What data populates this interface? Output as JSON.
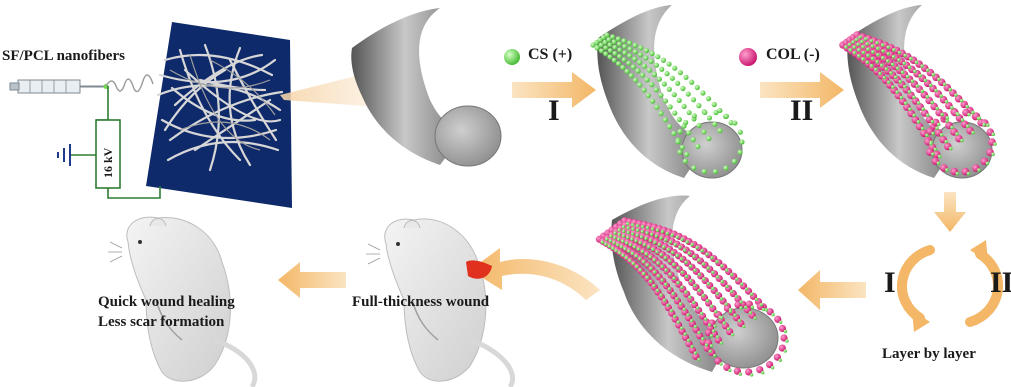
{
  "labels": {
    "nanofibers": "SF/PCL nanofibers",
    "voltage": "16 kV",
    "cs": "CS (+)",
    "col": "COL (-)",
    "step_one": "I",
    "step_two": "II",
    "cycle_one": "I",
    "cycle_two": "II",
    "layer_by_layer": "Layer by layer",
    "wound": "Full-thickness wound",
    "outcome_line1": "Quick wound healing",
    "outcome_line2": "Less scar formation"
  },
  "colors": {
    "cs_green": "#6fdc4c",
    "col_pink": "#e8207e",
    "collector_navy": "#0f2a6b",
    "fiber_gray": "#8f8f8f",
    "arrow_orange": "#f3c07a",
    "wound_red": "#e0301e"
  },
  "icons": [
    "syringe-icon",
    "ground-icon",
    "mouse-icon",
    "cycle-arrows-icon"
  ]
}
